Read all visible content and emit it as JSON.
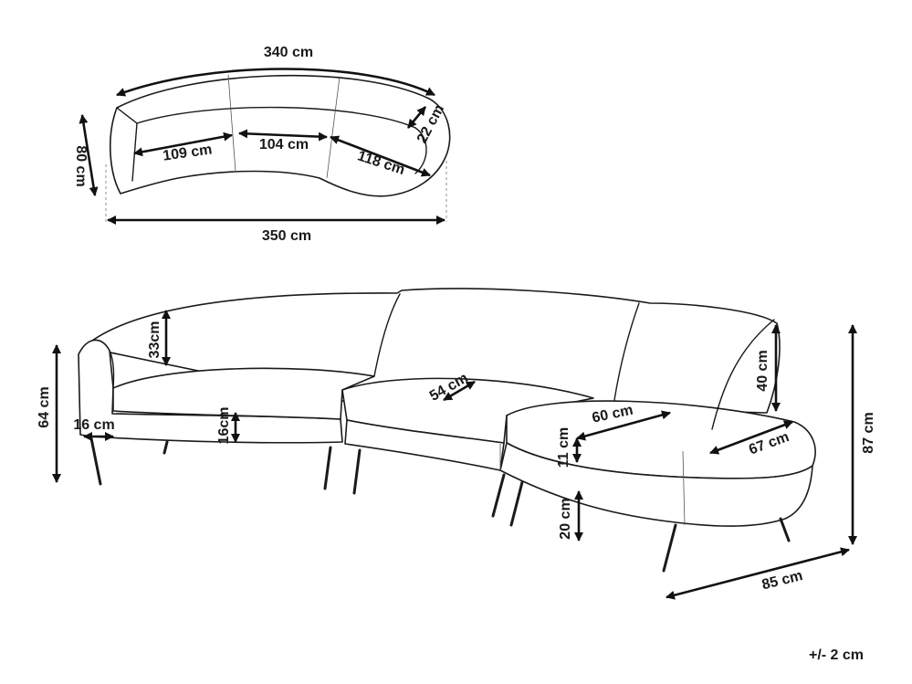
{
  "top_view": {
    "width_outer": "340 cm",
    "depth": "80 cm",
    "arm_depth": "22 cm",
    "seat_left": "109 cm",
    "seat_middle": "104 cm",
    "seat_right": "118 cm",
    "width_total": "350 cm"
  },
  "side_view": {
    "overall_height_left": "64 cm",
    "arm_width": "16 cm",
    "backrest_height": "33cm",
    "seat_thickness": "16cm",
    "seat_depth": "54 cm",
    "chaise_seat_depth": "60 cm",
    "back_height_right": "40 cm",
    "chaise_width": "67 cm",
    "cushion_thickness": "11 cm",
    "leg_height": "20 cm",
    "overall_height_right": "87 cm",
    "overall_depth": "85 cm"
  },
  "tolerance": "+/- 2 cm"
}
